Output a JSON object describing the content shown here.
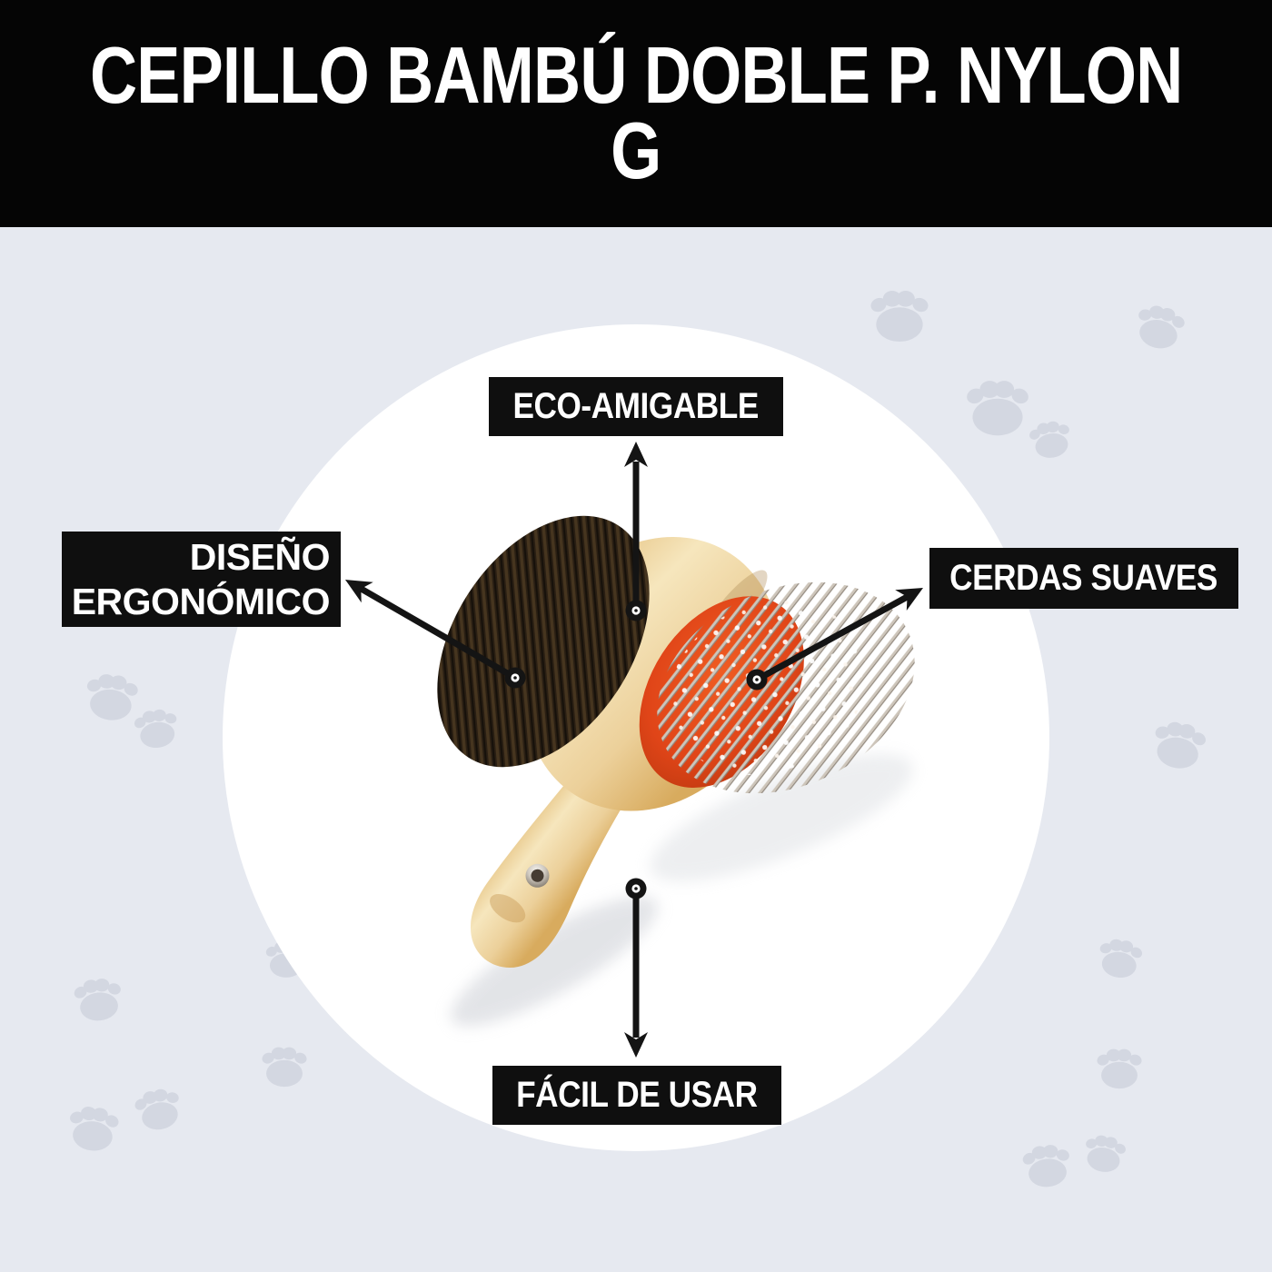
{
  "header": {
    "title": "CEPILLO BAMBÚ DOBLE P. NYLON G",
    "lines": [
      "CEPILLO BAMBÚ DOBLE P. NYLON",
      "G"
    ]
  },
  "features": [
    {
      "id": "eco-amigable",
      "label": "ECO-AMIGABLE",
      "position": "top"
    },
    {
      "id": "diseno-ergonomico",
      "label": "DISEÑO ERGONÓMICO",
      "position": "left"
    },
    {
      "id": "cerdas-suaves",
      "label": "CERDAS SUAVES",
      "position": "right"
    },
    {
      "id": "facil-de-usar",
      "label": "FÁCIL DE USAR",
      "position": "bottom"
    }
  ],
  "colors": {
    "background": "#e6e9f0",
    "banner_bg": "#050505",
    "label_bg": "#0f0f0f",
    "label_text": "#ffffff",
    "connector": "#141414",
    "highlight_circle": "#ffffff",
    "paw_watermark": "#d3d7e1",
    "wood": "#eccd94",
    "wood_shadow": "#d8ab5e",
    "nylon_bristles": "#2b2015",
    "pin_pad": "#e04518",
    "metal_pins": "#cdc5ba",
    "grommet": "#8f877c"
  }
}
